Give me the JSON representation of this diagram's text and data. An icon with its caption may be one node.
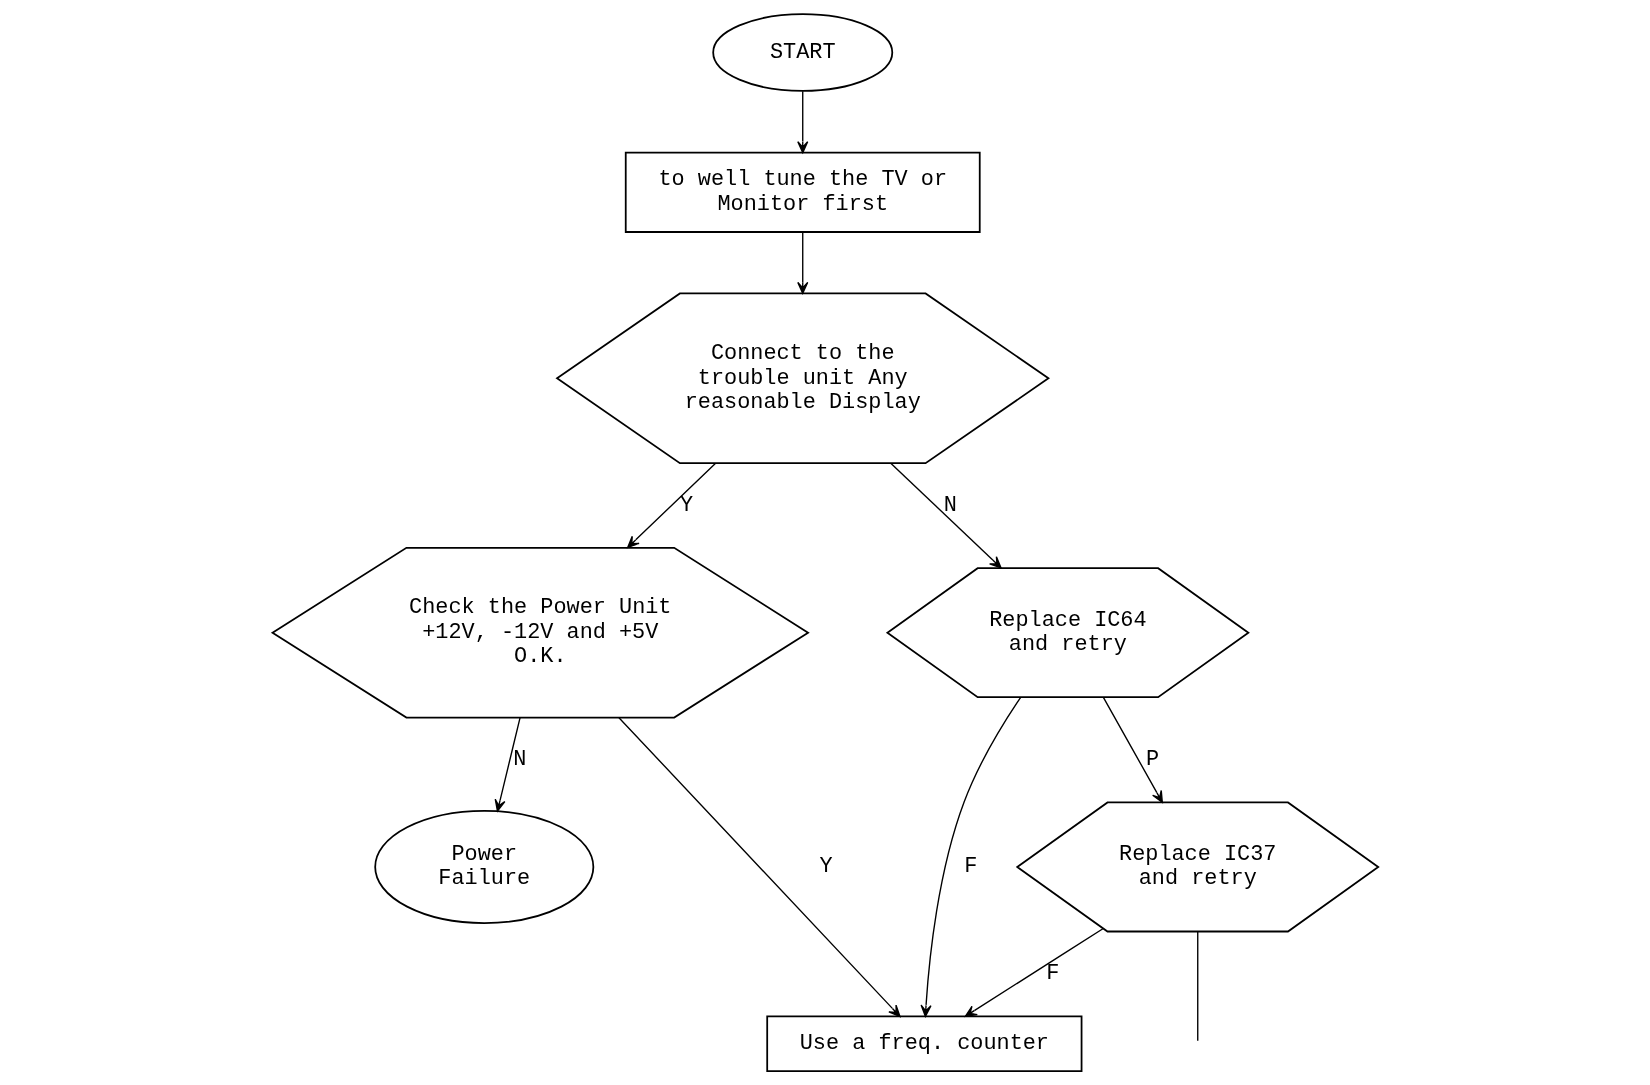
{
  "diagram": {
    "nodes": [
      {
        "text": [
          "START"
        ]
      },
      {
        "text": [
          "to well tune the TV or Monitor first"
        ]
      },
      {
        "text": [
          "Connect to the trouble unit Any reasonable Display"
        ]
      },
      {
        "text": [
          "Check the Power Unit +12V, -12V and +5V O.K."
        ]
      },
      {
        "text": [
          "Power Failure"
        ]
      },
      {
        "text": [
          "Replace IC64 and retry"
        ]
      },
      {
        "text": [
          "Replace IC37 and retry"
        ]
      },
      {
        "text": [
          "Use a freq. counter"
        ]
      }
    ],
    "edges": [
      {
        "from": 0,
        "to": 1,
        "arrow": "to"
      },
      {
        "from": 1,
        "to": 2,
        "arrow": "to"
      },
      {
        "from": 2,
        "to": 5,
        "arrow": "to",
        "label": "N"
      },
      {
        "from": 2,
        "to": 3,
        "arrow": "to",
        "label": "Y"
      },
      {
        "from": 3,
        "to": 4,
        "arrow": "to",
        "label": "N"
      },
      {
        "from": 5,
        "to": 6,
        "arrow": "to",
        "label": "P"
      },
      {
        "from": 5,
        "to": 7,
        "arrow": "to",
        "label": "F"
      },
      {
        "from": 6,
        "to": 7,
        "arrow": "to",
        "label": "F"
      },
      {
        "from": 3,
        "to": 7,
        "arrow": "to",
        "label": "Y"
      },
      {
        "from": 6,
        "to": null,
        "arrow": "none"
      }
    ]
  }
}
